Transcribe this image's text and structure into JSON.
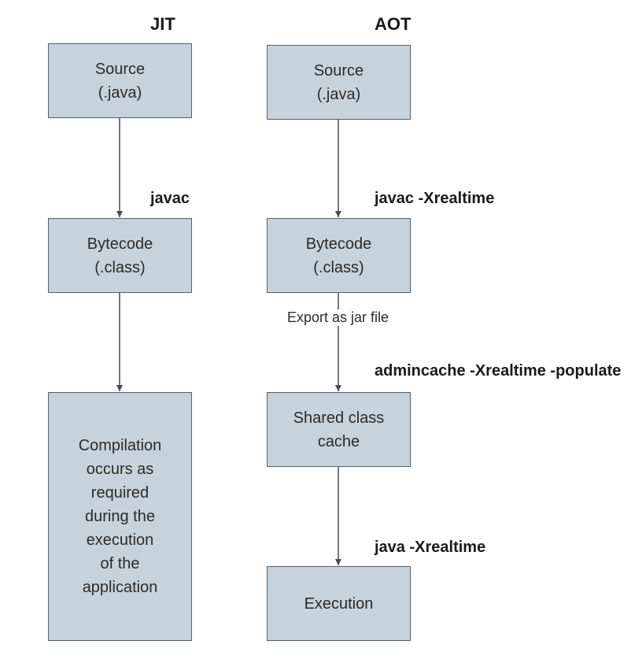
{
  "jit": {
    "header": "JIT",
    "source": {
      "line1": "Source",
      "line2": "(.java)"
    },
    "step1_cmd": "javac",
    "bytecode": {
      "line1": "Bytecode",
      "line2": "(.class)"
    },
    "compilation": {
      "lines": [
        "Compilation",
        "occurs as",
        "required",
        "during the",
        "execution",
        "of the",
        "application"
      ]
    }
  },
  "aot": {
    "header": "AOT",
    "source": {
      "line1": "Source",
      "line2": "(.java)"
    },
    "step1_cmd": "javac -Xrealtime",
    "bytecode": {
      "line1": "Bytecode",
      "line2": "(.class)"
    },
    "export_note": "Export as jar file",
    "step2_cmd": "admincache -Xrealtime -populate",
    "cache": {
      "line1": "Shared class",
      "line2": "cache"
    },
    "step3_cmd": "java -Xrealtime",
    "execution": {
      "label": "Execution"
    }
  },
  "colors": {
    "box_fill": "#c7d3dc",
    "box_border": "#555f66",
    "arrow": "#4a4a4a"
  }
}
